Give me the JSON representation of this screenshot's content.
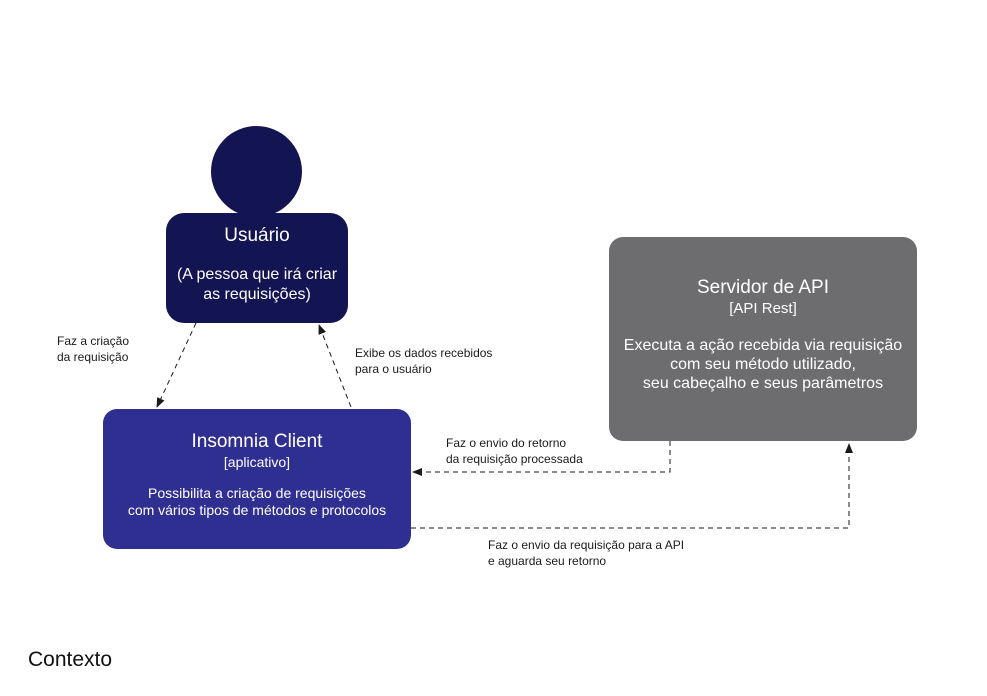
{
  "diagram": {
    "title": "Contexto",
    "person": {
      "name": "Usuário",
      "description": "(A pessoa que irá criar\nas requisições)",
      "color": "#131452"
    },
    "client": {
      "name": "Insomnia Client",
      "technology": "[aplicativo]",
      "description": "Possibilita a criação de requisições\ncom vários tipos de métodos e protocolos",
      "color": "#2f2f91"
    },
    "server": {
      "name": "Servidor de API",
      "technology": "[API Rest]",
      "description": "Executa a ação recebida via requisição\ncom seu método utilizado,\nseu cabeçalho e seus parâmetros",
      "color": "#6d6d70"
    },
    "relations": [
      {
        "from": "Usuário",
        "to": "Insomnia Client",
        "label": "Faz a criação\nda requisição"
      },
      {
        "from": "Insomnia Client",
        "to": "Usuário",
        "label": "Exibe os dados recebidos\npara o usuário"
      },
      {
        "from": "Servidor de API",
        "to": "Insomnia Client",
        "label": "Faz o envio do retorno\nda requisição processada"
      },
      {
        "from": "Insomnia Client",
        "to": "Servidor de API",
        "label": "Faz o envio da requisição para a API\ne aguarda seu retorno"
      }
    ]
  }
}
